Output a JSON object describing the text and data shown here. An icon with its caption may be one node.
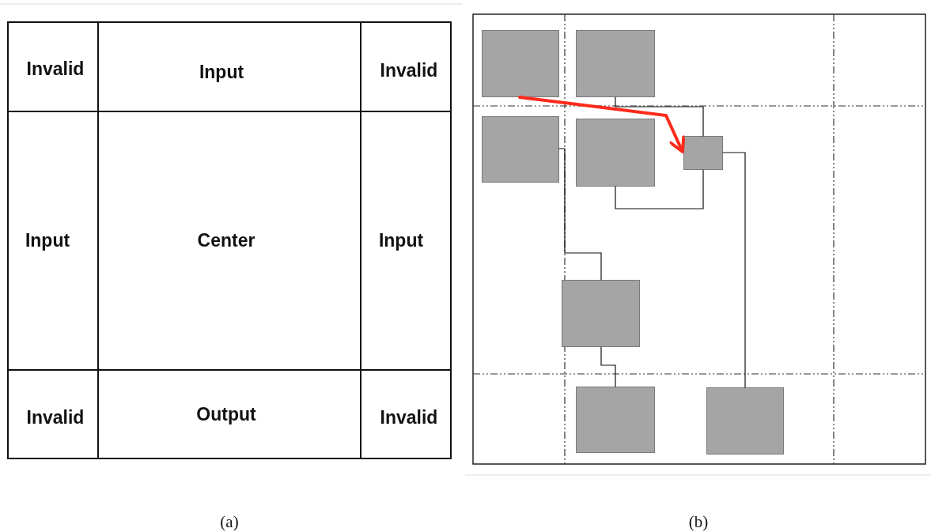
{
  "diagram": {
    "nodes": [
      {
        "text": [],
        "shape": "box"
      },
      {
        "text": [],
        "shape": "box"
      },
      {
        "text": [],
        "shape": "box"
      },
      {
        "text": [],
        "shape": "box"
      },
      {
        "text": [],
        "shape": "box"
      },
      {
        "text": [],
        "shape": "box"
      },
      {
        "text": [],
        "shape": "box"
      },
      {
        "text": [],
        "shape": "box"
      }
    ],
    "edges": [
      {
        "from": 0,
        "to": 4,
        "arrow": "to",
        "style": "thick",
        "color": "#ff2a1a"
      },
      {
        "from": 1,
        "to": 4,
        "arrow": "none"
      },
      {
        "from": 3,
        "to": 4,
        "arrow": "none"
      },
      {
        "from": 4,
        "to": 7,
        "arrow": "none"
      },
      {
        "from": 2,
        "to": 5,
        "arrow": "none"
      },
      {
        "from": 5,
        "to": 6,
        "arrow": "none"
      }
    ],
    "labels": [
      "Invalid",
      "Input",
      "Invalid",
      "Input",
      "Center",
      "Input",
      "Invalid",
      "Output",
      "Invalid",
      "(a)",
      "(b)"
    ]
  }
}
